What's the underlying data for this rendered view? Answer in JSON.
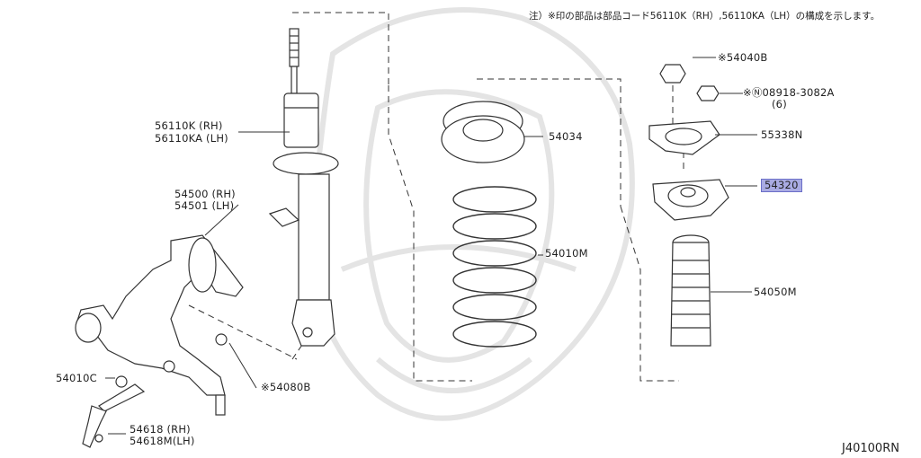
{
  "header": {
    "note": "注）※印の部品は部品コード56110K（RH）,56110KA（LH）の構成を示します。"
  },
  "parts": {
    "shock": [
      "56110K (RH)",
      "56110KA (LH)"
    ],
    "knuckle": [
      "54500 (RH)",
      "54501 (LH)"
    ],
    "nut_top": "※54040B",
    "nut_bolt": "※Ⓝ08918-3082A",
    "nut_qty": "(6)",
    "insulator": "54034",
    "spring": "54010M",
    "seat": "55338N",
    "mount": "54320",
    "bumper": "54050M",
    "bolt": "54010C",
    "nut_low": "※54080B",
    "link": [
      "54618 (RH)",
      "54618M(LH)"
    ]
  },
  "footer": {
    "code": "J40100RN"
  },
  "colors": {
    "line": "#333333",
    "highlight": "#a9abe3",
    "watermark": "#e6e6e6"
  }
}
